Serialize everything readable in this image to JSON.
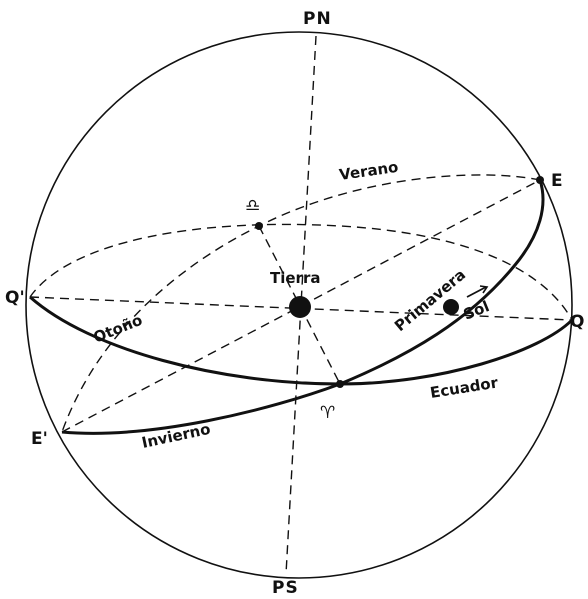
{
  "labels": {
    "north_pole": "PN",
    "south_pole": "PS",
    "point_e": "E",
    "point_e_prime": "E'",
    "point_q": "Q",
    "point_q_prime": "Q'",
    "earth": "Tierra",
    "sun": "Sol",
    "summer": "Verano",
    "autumn": "Otoño",
    "winter": "Invierno",
    "spring": "Primavera",
    "equator": "Ecuador",
    "libra_symbol": "♎",
    "aries_symbol": "♈"
  },
  "colors": {
    "ink": "#111111",
    "background": "#ffffff"
  }
}
